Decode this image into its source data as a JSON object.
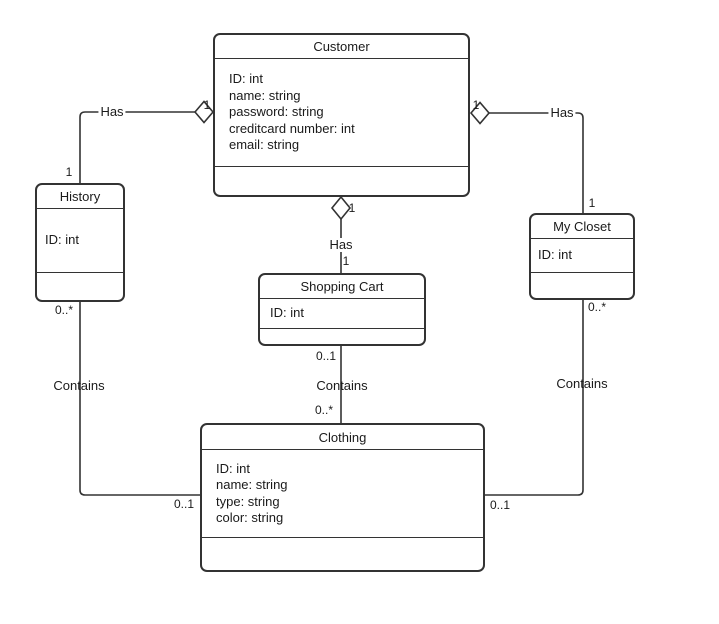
{
  "classes": [
    {
      "name": "Customer",
      "attributes": [
        "ID: int",
        "name: string",
        "password: string",
        "creditcard number: int",
        "email: string"
      ]
    },
    {
      "name": "History",
      "attributes": [
        "ID: int"
      ]
    },
    {
      "name": "Shopping Cart",
      "attributes": [
        "ID: int"
      ]
    },
    {
      "name": "My Closet",
      "attributes": [
        "ID: int"
      ]
    },
    {
      "name": "Clothing",
      "attributes": [
        "ID: int",
        "name: string",
        "type: string",
        "color: string"
      ]
    }
  ],
  "relations": {
    "customer_history": {
      "label": "Has",
      "diamond_mult": "1",
      "history_mult": "1"
    },
    "customer_shopping_cart": {
      "label": "Has",
      "diamond_mult": "1",
      "cart_mult": "1"
    },
    "customer_my_closet": {
      "label": "Has",
      "diamond_mult": "1",
      "closet_mult": "1"
    },
    "history_clothing": {
      "label": "Contains",
      "history_mult": "0..*",
      "clothing_mult": "0..1"
    },
    "shopping_cart_clothing": {
      "label": "Contains",
      "cart_mult": "0..1",
      "clothing_mult": "0..*"
    },
    "my_closet_clothing": {
      "label": "Contains",
      "closet_mult": "0..*",
      "clothing_mult": "0..1"
    }
  },
  "colors": {
    "stroke": "#333333",
    "text": "#1a1a1a",
    "background": "#ffffff",
    "shape_fill": "#ffffff"
  }
}
